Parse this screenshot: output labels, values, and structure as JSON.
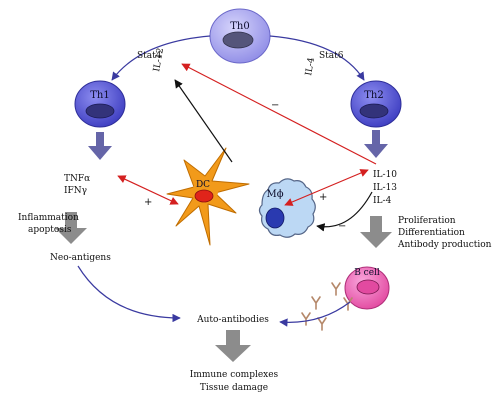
{
  "cells": {
    "th0": "Th0",
    "th1": "Th1",
    "th2": "Th2",
    "dc": "DC",
    "macrophage": "Mϕ",
    "bcell": "B cell"
  },
  "pathways": {
    "stat4": "Stat4",
    "stat6": "Stat6",
    "il12": "IL-12",
    "il4_top": "IL-4"
  },
  "th1_cytokines": [
    "TNFα",
    "IFNγ"
  ],
  "th2_cytokines": [
    "IL-10",
    "IL-13",
    "IL-4"
  ],
  "processes": {
    "inflammation": [
      "Inflammation",
      "apoptosis"
    ],
    "neo_antigens": "Neo-antigens",
    "bcell_effects": [
      "Proliferation",
      "Differentiation",
      "Antibody production"
    ],
    "auto_antibodies": "Auto-antibodies",
    "outcomes": [
      "Immune complexes",
      "Tissue damage"
    ]
  },
  "signs": {
    "plus_left": "+",
    "plus_right": "+",
    "minus_top": "−",
    "minus_right": "−"
  },
  "colors": {
    "blue_arrow": "#3a3aa0",
    "red_arrow": "#d42020",
    "black_arrow": "#111111",
    "th_cell": "#5a5ad8",
    "th0_cell": "#a9a6ef",
    "dc": "#f29a1a",
    "macrophage": "#bcd8f4",
    "bcell": "#f06cc0",
    "big_arrow_blue": "#6565a8",
    "big_arrow_gray": "#8c8c8c"
  }
}
